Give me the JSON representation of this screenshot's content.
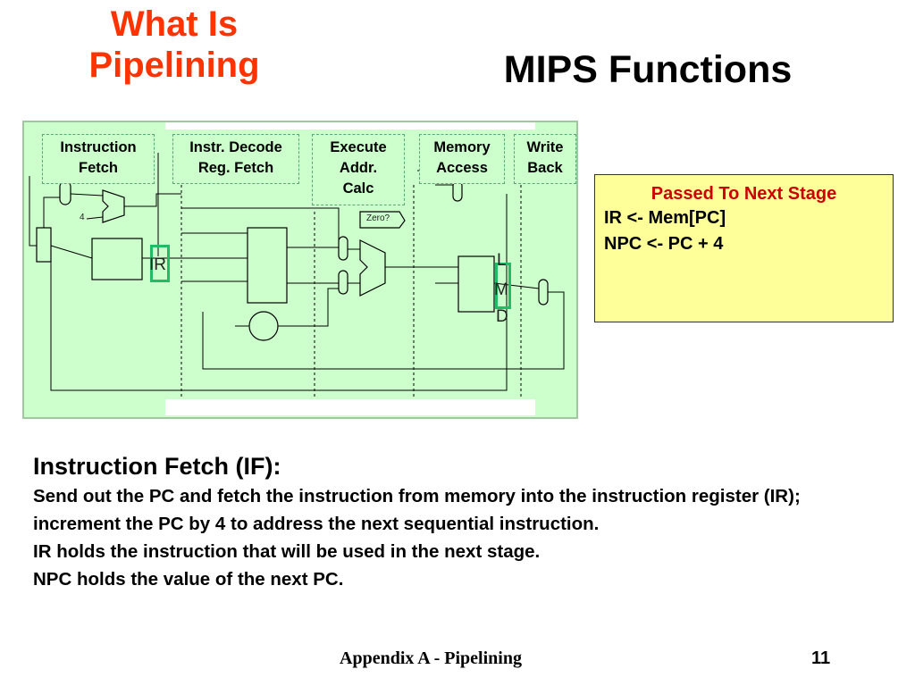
{
  "slide": {
    "corner_title_line1": "What Is",
    "corner_title_line2": "Pipelining",
    "main_title": "MIPS Functions"
  },
  "diagram": {
    "stages": [
      {
        "label": "Instruction\nFetch"
      },
      {
        "label": "Instr. Decode\nReg. Fetch"
      },
      {
        "label": "Execute\nAddr.\nCalc"
      },
      {
        "label": "Memory\nAccess"
      },
      {
        "label": "Write\nBack"
      }
    ],
    "registers": {
      "ir": "IR",
      "lmd_l": "L",
      "lmd_m": "M",
      "lmd_d": "D"
    },
    "component_labels": {
      "zero": "Zero?",
      "four": "4"
    }
  },
  "passed_box": {
    "title": "Passed To Next Stage",
    "lines": [
      "IR <- Mem[PC]",
      "NPC <- PC + 4"
    ]
  },
  "body": {
    "heading": "Instruction Fetch (IF):",
    "paragraphs": [
      "Send out the PC and fetch the instruction from memory into the instruction register (IR); increment the PC by 4 to address the next sequential instruction.",
      "IR holds the instruction that will be used in the next stage.",
      "NPC holds the value of the next PC."
    ]
  },
  "footer": {
    "text": "Appendix A - Pipelining",
    "page": "11"
  },
  "colors": {
    "title_accent": "#ff3300",
    "diagram_bg": "#ccffcc",
    "passed_box_bg": "#ffff99",
    "passed_title": "#cc0000",
    "register_border": "#22bb66"
  }
}
